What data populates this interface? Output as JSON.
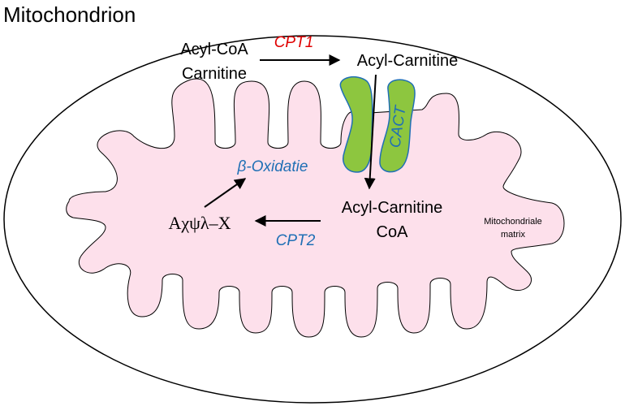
{
  "title": "Mitochondrion",
  "colors": {
    "matrix_fill": "#fde0eb",
    "cact_fill": "#8dc63f",
    "cact_stroke": "#1f6fb5",
    "cpt1": "#e00000",
    "blue_label": "#1f6fb5",
    "outline": "#000000"
  },
  "labels": {
    "acyl_coa": "Acyl-CoA",
    "carnitine": "Carnitine",
    "cpt1": "CPT1",
    "acyl_carnitine_top": "Acyl-Carnitine",
    "cact": "CACT",
    "beta_oxidation": "β-Oxidatie",
    "acyl_x": "Aχψλ–X",
    "acyl_carnitine_bottom": "Acyl-Carnitine",
    "coa": "CoA",
    "cpt2": "CPT2",
    "matrix_line1": "Mitochondriale",
    "matrix_line2": "matrix"
  }
}
